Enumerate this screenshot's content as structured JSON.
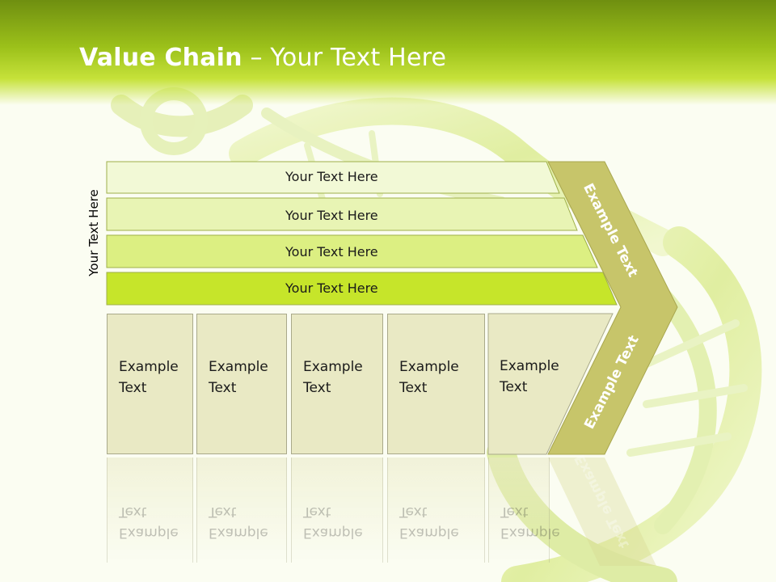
{
  "title": {
    "bold": "Value Chain",
    "rest": " – Your Text Here"
  },
  "side_label": "Your Text Here",
  "bars": [
    {
      "label": "Your Text Here",
      "fill": "#f2f9d6"
    },
    {
      "label": "Your Text Here",
      "fill": "#e8f4b4"
    },
    {
      "label": "Your Text Here",
      "fill": "#dcef82"
    },
    {
      "label": "Your Text Here",
      "fill": "#c6e52a"
    }
  ],
  "chevron": {
    "top_label": "Example Text",
    "bottom_label": "Example Text",
    "fill": "#c7c56a"
  },
  "boxes": [
    {
      "label": "Example Text"
    },
    {
      "label": "Example Text"
    },
    {
      "label": "Example Text"
    },
    {
      "label": "Example Text"
    },
    {
      "label": "Example Text"
    }
  ],
  "colors": {
    "title_band": "#9cc11a",
    "box_fill": "#e9e9c4",
    "background": "#fbfdf2"
  }
}
